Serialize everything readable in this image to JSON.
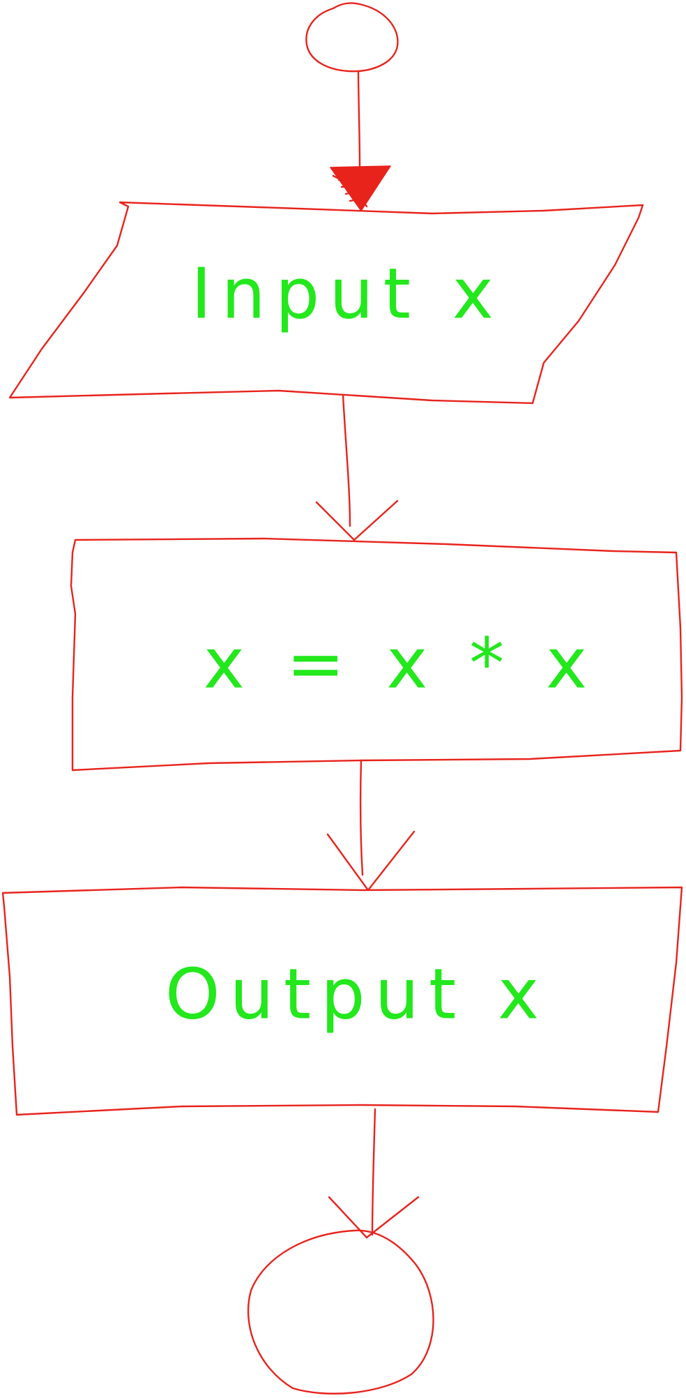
{
  "diagram": {
    "type": "flowchart",
    "colors": {
      "outline": "#e8231c",
      "text": "#22e81c",
      "background": "#ffffff"
    },
    "nodes": [
      {
        "id": "start",
        "shape": "circle",
        "label": ""
      },
      {
        "id": "input",
        "shape": "parallelogram",
        "label": "Input x"
      },
      {
        "id": "process",
        "shape": "rectangle",
        "label": "x = x * x"
      },
      {
        "id": "output",
        "shape": "rectangle",
        "label": "Output x"
      },
      {
        "id": "end",
        "shape": "circle",
        "label": ""
      }
    ],
    "edges": [
      {
        "from": "start",
        "to": "input"
      },
      {
        "from": "input",
        "to": "process"
      },
      {
        "from": "process",
        "to": "output"
      },
      {
        "from": "output",
        "to": "end"
      }
    ]
  }
}
